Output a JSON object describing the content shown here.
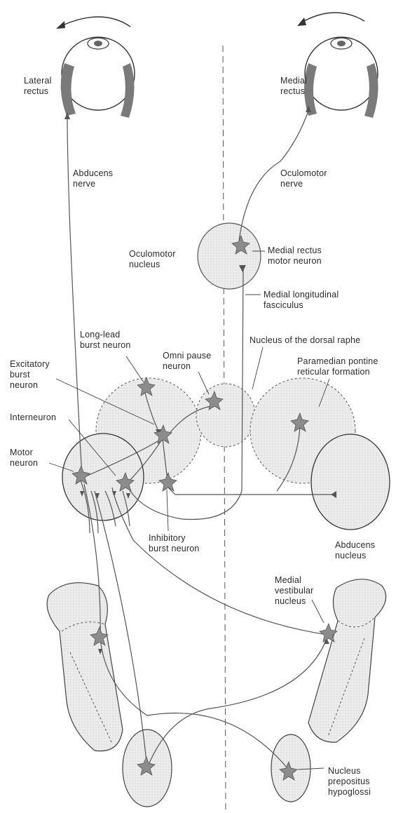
{
  "labels": {
    "lateral_rectus": "Lateral\nrectus",
    "medial_rectus": "Medial\nrectus",
    "abducens_nerve": "Abducens\nnerve",
    "oculomotor_nerve": "Oculomotor\nnerve",
    "oculomotor_nucleus": "Oculomotor\nnucleus",
    "medial_rectus_motor_neuron": "Medial rectus\nmotor neuron",
    "mlf": "Medial longitudinal\nfasciculus",
    "long_lead_burst_neuron": "Long-lead\nburst neuron",
    "nucleus_dorsal_raphe": "Nucleus of the dorsal raphe",
    "omnipause_neuron": "Omni pause\nneuron",
    "pprf": "Paramedian pontine\nreticular formation",
    "excitatory_burst_neuron": "Excitatory\nburst\nneuron",
    "interneuron": "Interneuron",
    "motor_neuron": "Motor\nneuron",
    "inhibitory_burst_neuron": "Inhibitory\nburst neuron",
    "abducens_nucleus": "Abducens\nnucleus",
    "medial_vestibular_nucleus": "Medial\nvestibular\nnucleus",
    "nucleus_prepositus_hypoglossi": "Nucleus\nprepositus\nhypoglossi"
  },
  "colors": {
    "ink": "#2b2b2b",
    "nucleus_fill": "#e6e6e6",
    "neuron_fill": "#8c8c8c",
    "muscle_fill": "#7a7a7a"
  }
}
